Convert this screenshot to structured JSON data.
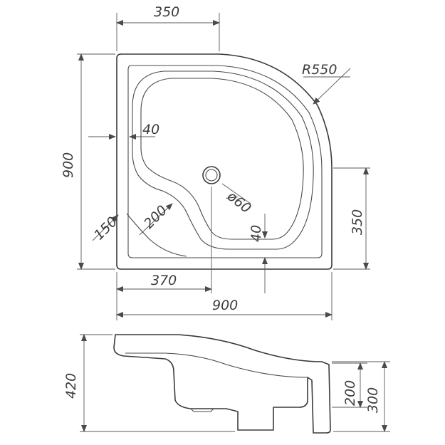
{
  "colors": {
    "line": "#3a3a3a",
    "dimension": "#5a5a5a",
    "background": "#ffffff"
  },
  "plan": {
    "top_width": "350",
    "radius": "R550",
    "ledge_width": "40",
    "height": "900",
    "drain_diameter": "ø60",
    "corner_cut": "150",
    "inner_radius": "200",
    "inner_ledge": "40",
    "right_height": "350",
    "drain_offset": "370",
    "bottom_width": "900"
  },
  "section": {
    "total_height": "420",
    "step_height": "200",
    "side_height": "300"
  }
}
